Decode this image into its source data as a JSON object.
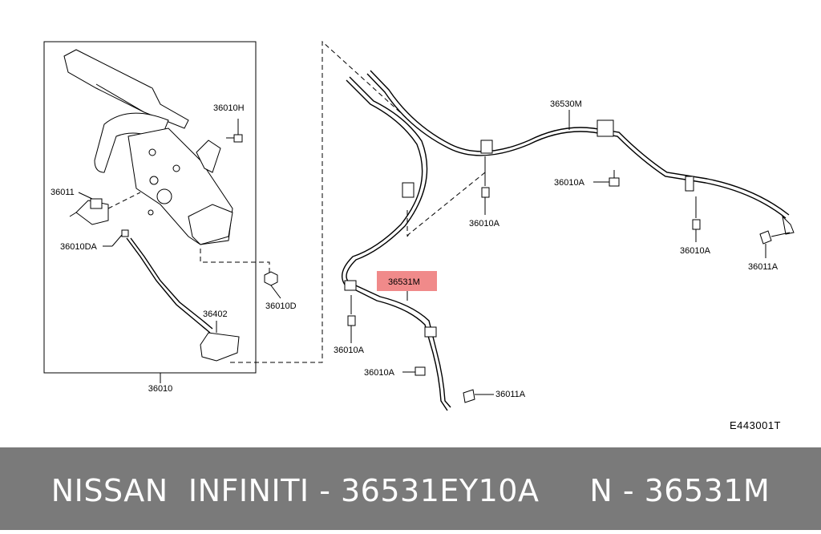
{
  "diagram": {
    "labels": {
      "p36010": "36010",
      "p36010H": "36010H",
      "p36011_left": "36011",
      "p36010DA": "36010DA",
      "p36402": "36402",
      "p36010D": "36010D",
      "p36530M": "36530M",
      "p36531M": "36531M",
      "p36010A_1": "36010A",
      "p36010A_2": "36010A",
      "p36010A_3": "36010A",
      "p36010A_4": "36010A",
      "p36010A_5": "36010A",
      "p36011A_1": "36011A",
      "p36011A_2": "36011A"
    },
    "ref_code": "E443001T",
    "highlight_color": "#f08a8a"
  },
  "footer": {
    "text": "NISSAN  INFINITI - 36531EY10A     N - 36531M",
    "background": "#7a7a7a",
    "text_color": "#ffffff"
  }
}
